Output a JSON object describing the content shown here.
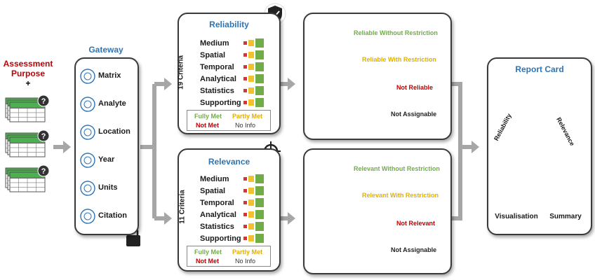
{
  "colors": {
    "blue": "#2e75b6",
    "red": "#c00000",
    "green": "#70ad47",
    "yellow": "#e0b000",
    "orange": "#ed7d31",
    "gray_arrow": "#a6a6a6"
  },
  "input": {
    "title_line1": "Assessment",
    "title_line2": "Purpose",
    "plus": "+",
    "icon_mark": "?"
  },
  "gateway": {
    "title": "Gateway",
    "items": [
      {
        "label": "Matrix",
        "icon": "matrix-icon"
      },
      {
        "label": "Analyte",
        "icon": "analyte-icon"
      },
      {
        "label": "Location",
        "icon": "location-icon"
      },
      {
        "label": "Year",
        "icon": "clock-icon"
      },
      {
        "label": "Units",
        "icon": "scale-icon"
      },
      {
        "label": "Citation",
        "icon": "citation-icon"
      }
    ],
    "lock_icon": "padlock-icon"
  },
  "reliability": {
    "title": "Reliability",
    "criteria_count": "19 Criteria",
    "items": [
      "Medium",
      "Spatial",
      "Temporal",
      "Analytical",
      "Statistics",
      "Supporting"
    ],
    "legend": {
      "fully_met": "Fully Met",
      "partly_met": "Partly Met",
      "not_met": "Not Met",
      "no_info": "No Info"
    },
    "badge_icon": "shield-check-icon"
  },
  "relevance": {
    "title": "Relevance",
    "criteria_count": "11 Criteria",
    "items": [
      "Medium",
      "Spatial",
      "Temporal",
      "Analytical",
      "Statistics",
      "Supporting"
    ],
    "legend": {
      "fully_met": "Fully Met",
      "partly_met": "Partly Met",
      "not_met": "Not Met",
      "no_info": "No Info"
    },
    "badge_icon": "crosshair-icon"
  },
  "reliability_outcomes": [
    {
      "label": "Reliable Without Restriction",
      "status": "green"
    },
    {
      "label": "Reliable With Restriction",
      "status": "yellow"
    },
    {
      "label": "Not Reliable",
      "status": "red"
    },
    {
      "label": "Not Assignable",
      "status": "gray"
    }
  ],
  "relevance_outcomes": [
    {
      "label": "Relevant Without Restriction",
      "status": "green"
    },
    {
      "label": "Relevant With Restriction",
      "status": "yellow"
    },
    {
      "label": "Not Relevant",
      "status": "red"
    },
    {
      "label": "Not Assignable",
      "status": "gray"
    }
  ],
  "report_card": {
    "title": "Report Card",
    "venn_left": "Reliability",
    "venn_right": "Relevance",
    "visualisation": "Visualisation",
    "summary": "Summary"
  }
}
